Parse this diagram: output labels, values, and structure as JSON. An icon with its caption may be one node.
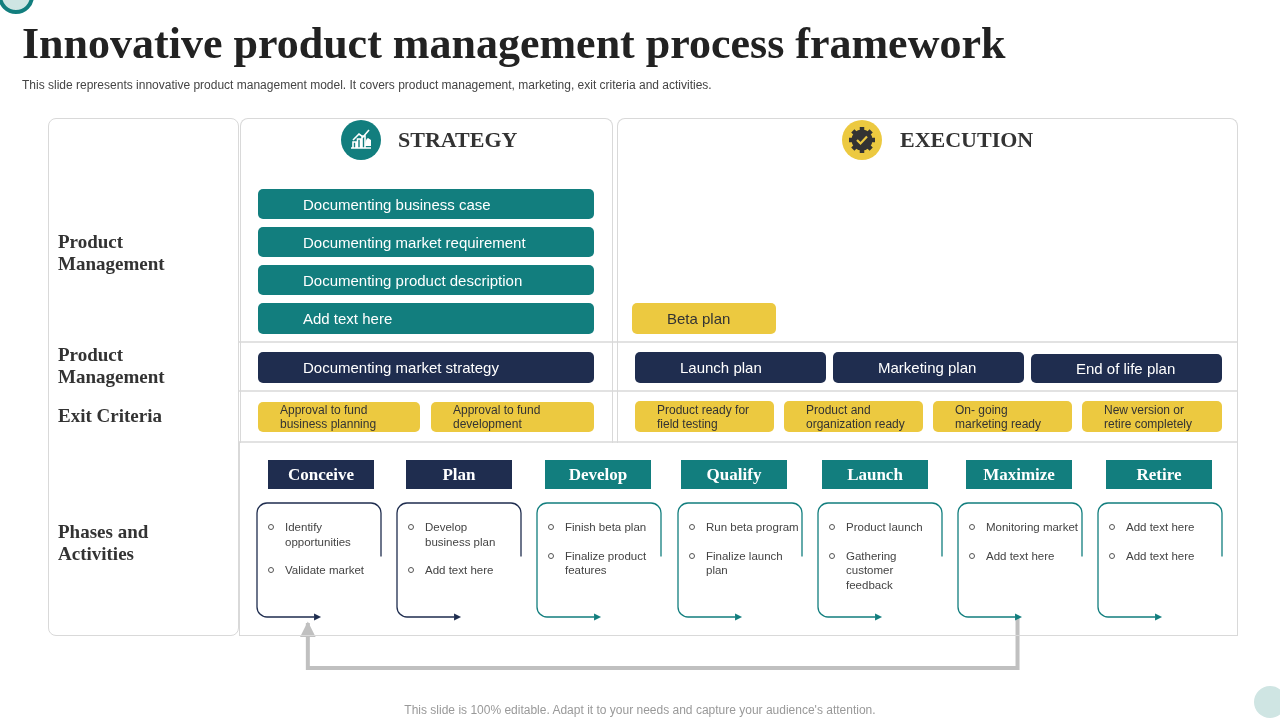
{
  "diagram": {
    "title": "Innovative product management process framework",
    "nodes": [
      {
        "text": [
          "STRATEGY"
        ]
      },
      {
        "text": [
          "Documenting business case"
        ],
        "in": 0
      },
      {
        "text": [
          "Documenting market requirement"
        ],
        "in": 0
      },
      {
        "text": [
          "Documenting product description"
        ],
        "in": 0
      },
      {
        "text": [
          "Add text here"
        ],
        "in": 0
      },
      {
        "text": [
          "Documenting market strategy"
        ],
        "in": 0
      },
      {
        "text": [
          "Approval to fund business planning"
        ],
        "in": 0
      },
      {
        "text": [
          "Approval to fund development"
        ],
        "in": 0
      },
      {
        "text": [
          "EXECUTION"
        ]
      },
      {
        "text": [
          "Beta plan"
        ],
        "in": 8
      },
      {
        "text": [
          "Launch plan"
        ],
        "in": 8
      },
      {
        "text": [
          "Marketing plan"
        ],
        "in": 8
      },
      {
        "text": [
          "End of life plan"
        ],
        "in": 8
      },
      {
        "text": [
          "Product ready for field testing"
        ],
        "in": 8
      },
      {
        "text": [
          "Product and organization ready"
        ],
        "in": 8
      },
      {
        "text": [
          "On- going marketing ready"
        ],
        "in": 8
      },
      {
        "text": [
          "New version or retire completely"
        ],
        "in": 8
      },
      {
        "text": [
          "Conceive"
        ]
      },
      {
        "text": [
          "Plan"
        ]
      },
      {
        "text": [
          "Develop"
        ]
      },
      {
        "text": [
          "Qualify"
        ]
      },
      {
        "text": [
          "Launch"
        ]
      },
      {
        "text": [
          "Maximize"
        ]
      },
      {
        "text": [
          "Retire"
        ]
      },
      {
        "text": [
          "Identify opportunities",
          "Validate market"
        ]
      },
      {
        "text": [
          "Develop business plan",
          "Add text here"
        ]
      },
      {
        "text": [
          "Finish beta plan",
          "Finalize product features"
        ]
      },
      {
        "text": [
          "Run beta program",
          "Finalize launch plan"
        ]
      },
      {
        "text": [
          "Product launch",
          "Gathering customer feedback"
        ]
      },
      {
        "text": [
          "Monitoring market",
          "Add text here"
        ]
      },
      {
        "text": [
          "Add text here",
          "Add text here"
        ]
      }
    ],
    "edges": [
      {
        "from": 29,
        "to": 24,
        "arrow": "to",
        "color": "#c0c0c0"
      }
    ],
    "labels": [
      "This slide represents innovative product management model. It covers product management, marketing, exit criteria and activities.",
      "Product Management",
      "Product Management",
      "Exit Criteria",
      "Phases and Activities",
      "This slide is 100% editable. Adapt it to your needs and capture your audience's attention."
    ]
  }
}
